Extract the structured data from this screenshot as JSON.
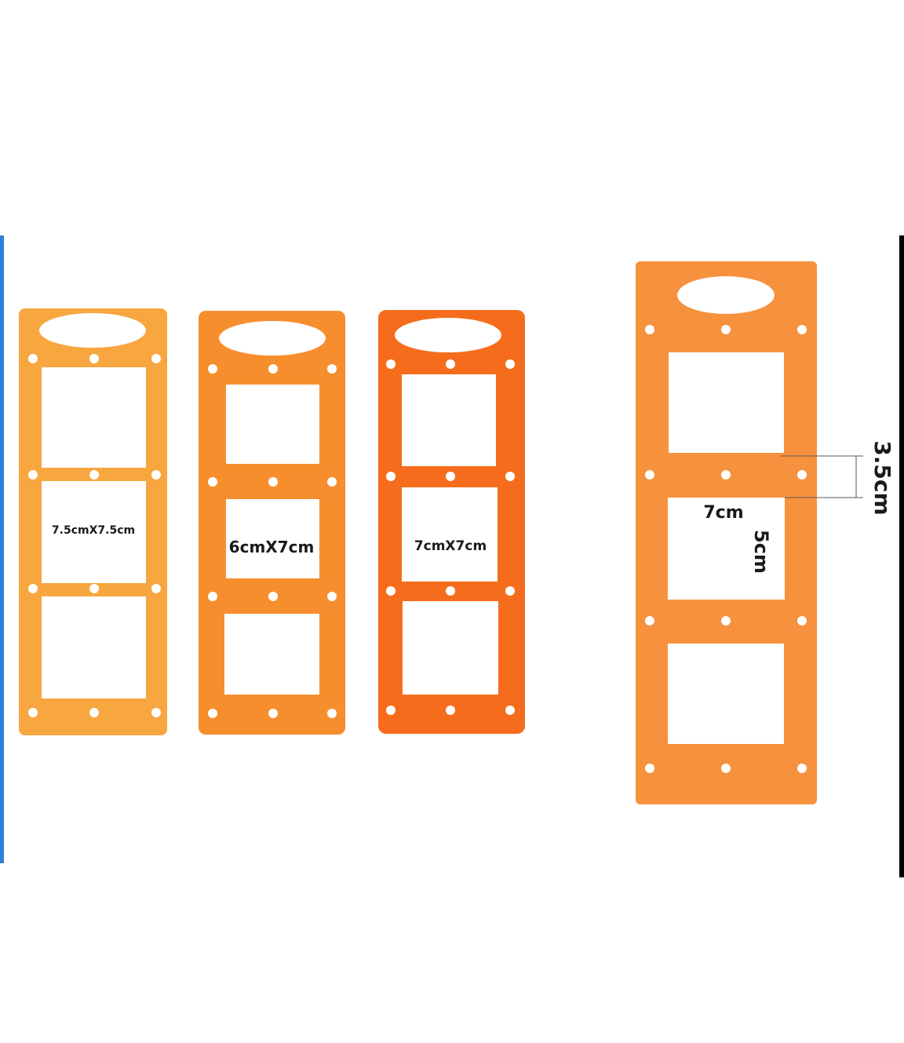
{
  "colors": {
    "background": "#ffffff",
    "panel_1": "#f7a640",
    "panel_2": "#f78e2e",
    "panel_3": "#f56d1c",
    "panel_4": "#f6913e",
    "hole": "#ffffff",
    "text": "#1a1a1a",
    "edge_blue": "#2e7fd6",
    "edge_black": "#000000"
  },
  "labels": {
    "panel_1_size": "7.5cmX7.5cm",
    "panel_2_size": "6cmX7cm",
    "panel_3_size": "7cmX7cm",
    "gap_height": "3.5cm",
    "window_width": "7cm",
    "window_height": "5cm"
  }
}
